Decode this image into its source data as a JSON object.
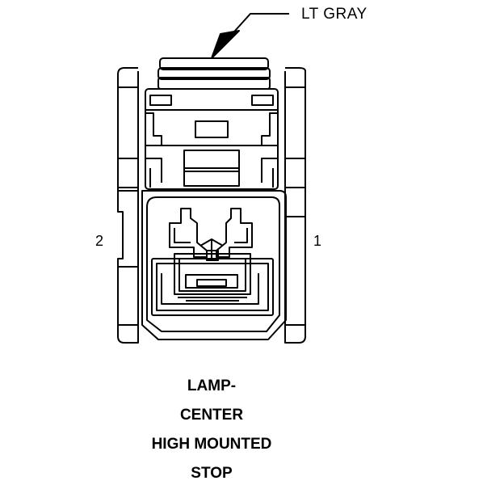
{
  "callout": {
    "color_label": "LT GRAY"
  },
  "pins": {
    "left": "2",
    "right": "1"
  },
  "caption": {
    "line1": "LAMP-",
    "line2": "CENTER",
    "line3": "HIGH MOUNTED",
    "line4": "STOP"
  },
  "colors": {
    "stroke": "#000000",
    "background": "#ffffff"
  }
}
